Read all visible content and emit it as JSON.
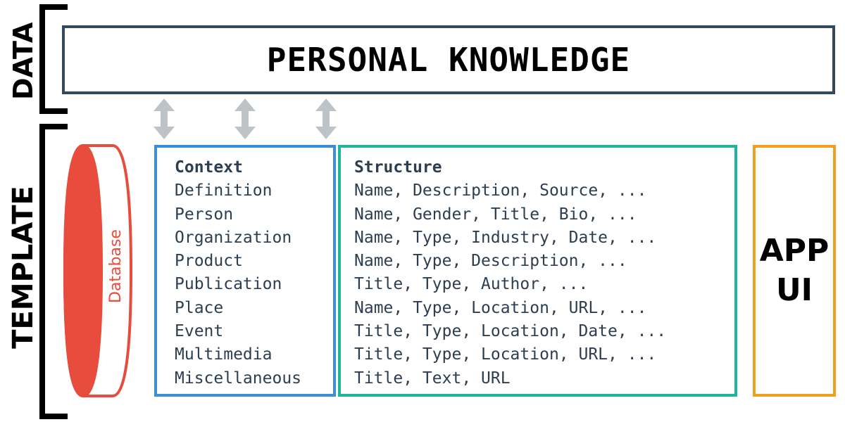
{
  "side_labels": {
    "data": "DATA",
    "template": "TEMPLATE"
  },
  "data_layer": {
    "title": "PERSONAL KNOWLEDGE"
  },
  "database": {
    "label": "Database"
  },
  "context": {
    "header": "Context",
    "items": [
      "Definition",
      "Person",
      "Organization",
      "Product",
      "Publication",
      "Place",
      "Event",
      "Multimedia",
      "Miscellaneous"
    ]
  },
  "structure": {
    "header": "Structure",
    "items": [
      "Name, Description, Source, ...",
      "Name, Gender, Title, Bio, ...",
      "Name, Type, Industry, Date, ...",
      "Name, Type, Description, ...",
      "Title, Type, Author, ...",
      "Name, Type, Location, URL, ...",
      "Title, Type, Location, Date, ...",
      "Title, Type, Location, URL, ...",
      "Title, Text, URL"
    ]
  },
  "app": {
    "line1": "APP",
    "line2": "UI"
  },
  "colors": {
    "data_border": "#34495e",
    "database": "#e74c3c",
    "context_border": "#3a8fd6",
    "structure_border": "#1fb59c",
    "app_border": "#f0a01e",
    "arrow": "#bdc3c7"
  }
}
